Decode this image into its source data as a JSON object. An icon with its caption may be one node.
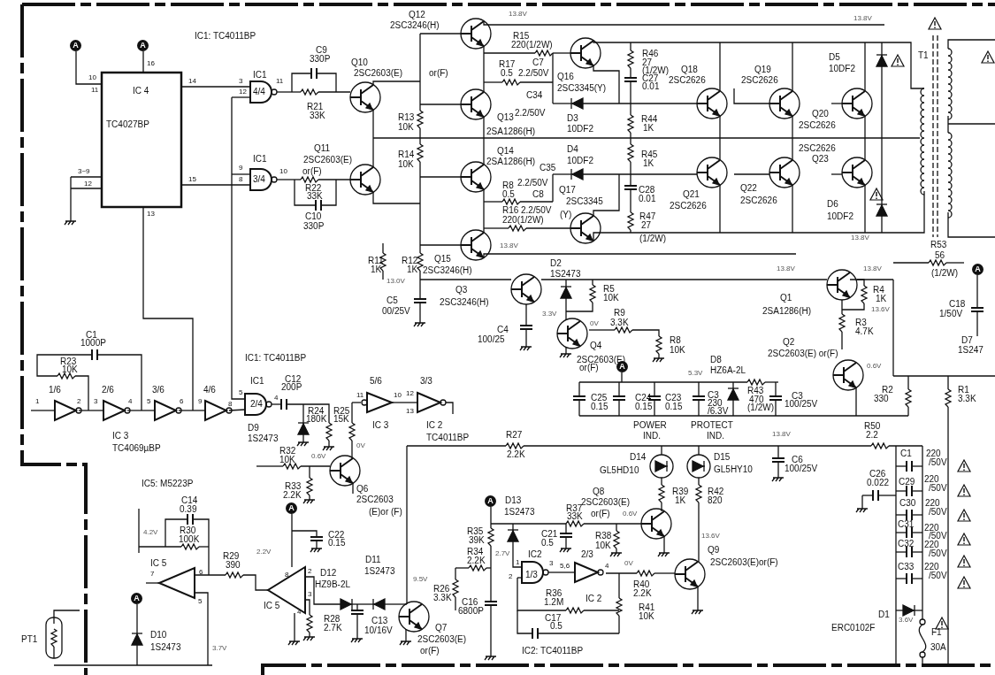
{
  "diagram": {
    "labels": [
      "A",
      "A",
      "Q12",
      "2SC3246(H)",
      "13.8V",
      "IC1: TC4011BP",
      "R15",
      "220(1/2W)",
      "16",
      "C9",
      "330P",
      "13.8V",
      "T1",
      "10",
      "11",
      "IC 4",
      "14",
      "IC1",
      "3",
      "12",
      "4/4",
      "11",
      "Q10",
      "2SC2603(E)",
      "or(F)",
      "R17",
      "0.5",
      "C7",
      "2.2/50V",
      "Q16",
      "2SC3345(Y)",
      "R46",
      "27",
      "(1/2W)",
      "C27",
      "0.01",
      "Q18",
      "2SC2626",
      "Q19",
      "2SC2626",
      "D5",
      "10DF2",
      "C34",
      "2.2/50V",
      "R21",
      "33K",
      "TC4027BP",
      "R13",
      "10K",
      "Q13",
      "2SA1286(H)",
      "D3",
      "10DF2",
      "R44",
      "1K",
      "Q20",
      "2SC2626",
      "Q11",
      "2SC2603(E)",
      "or(F)",
      "R14",
      "10K",
      "Q14",
      "2SA1286(H)",
      "D4",
      "10DF2",
      "R45",
      "1K",
      "2SC2626",
      "Q23",
      "3~9",
      "12",
      "15",
      "IC1",
      "9",
      "8",
      "3/4",
      "10",
      "R22",
      "33K",
      "C35",
      "R8",
      "2.2/50V",
      "0.5",
      "C8",
      "Q17",
      "C28",
      "Q21",
      "Q22",
      "2SC3345",
      "0.01",
      "2SC2626",
      "2SC2626",
      "D6",
      "13",
      "C10",
      "R16",
      "2.2/50V",
      "(Y)",
      "R47",
      "10DF2",
      "330P",
      "220(1/2W)",
      "27",
      "(1/2W)",
      "13.8V",
      "13.8V",
      "R53",
      "56",
      "(1/2W)",
      "R11",
      "1K",
      "R12",
      "1K",
      "Q15",
      "2SC3246(H)",
      "D2",
      "1S2473",
      "13.8V",
      "13.8V",
      "A",
      "13.0V",
      "Q3",
      "R5",
      "R4",
      "C5",
      "2SC3246(H)",
      "10K",
      "Q1",
      "1K",
      "00/25V",
      "3.3V",
      "R9",
      "2SA1286(H)",
      "13.6V",
      "C18",
      "1/50V",
      "C1",
      "C4",
      "0V",
      "3.3K",
      "R3",
      "4.7K",
      "1000P",
      "100/25",
      "Q4",
      "R8",
      "D7",
      "10K",
      "1S247",
      "R23",
      "10K",
      "IC1: TC4011BP",
      "2SC2603(E)",
      "or(F)",
      "A",
      "5.3V",
      "D8",
      "HZ6A-2L",
      "2SC2603(E) or(F)",
      "Q2",
      "0.6V",
      "1",
      "1/6",
      "2",
      "3",
      "2/6",
      "4",
      "5",
      "3/6",
      "6",
      "9",
      "4/6",
      "8",
      "5",
      "IC1",
      "2/4",
      "4",
      "200P",
      "C12",
      "R24",
      "R25",
      "11",
      "5/6",
      "10",
      "12",
      "13",
      "3/3",
      "C25",
      "0.15",
      "C24",
      "0.15",
      "C23",
      "0.15",
      "C3",
      "230",
      "/6.3V",
      "R43",
      "470",
      "(1/2W)",
      "C3",
      "100/25V",
      "R2",
      "330",
      "R1",
      "3.3K",
      "180K",
      "15K",
      "IC 3",
      "D9",
      "1S2473",
      "IC 3",
      "IC 2",
      "TC4011BP",
      "R27",
      "POWER",
      "IND.",
      "PROTECT",
      "IND.",
      "13.8V",
      "R50",
      "2.2",
      "TC4069µBP",
      "R32",
      "10K",
      "0.6V",
      "0V",
      "2.2K",
      "D14",
      "D15",
      "C6",
      "C1",
      "220",
      "/50V",
      "IC5: M5223P",
      "C14",
      "0.39",
      "R33",
      "2.2K",
      "A",
      "Q6",
      "2SC2603",
      "(E)or (F)",
      "A",
      "D13",
      "1S2473",
      "R37",
      "33K",
      "2SC2603(E)",
      "Q8",
      "or(F)",
      "GL5HD10",
      "0.6V",
      "R39",
      "1K",
      "R42",
      "820",
      "GL5HY10",
      "100/25V",
      "0.022",
      "C26",
      "C29",
      "C30",
      "220",
      "220",
      "/50V",
      "/50V",
      "4.2V",
      "R30",
      "100K",
      "2.2V",
      "C22",
      "0.15",
      "R35",
      "39K",
      "R34",
      "2.7V",
      "IC2",
      "C21",
      "0.5",
      "2/3",
      "R38",
      "10K",
      "13.6V",
      "Q9",
      "C31",
      "220",
      "/50V",
      "C32",
      "220",
      "/50V",
      "IC 5",
      "7",
      "6",
      "R29",
      "390",
      "8",
      "2",
      "D12",
      "D11",
      "1S2473",
      "9.5V",
      "2.2K",
      "2",
      "1",
      "1/3",
      "3",
      "5,6",
      "4",
      "0V",
      "2SC2603(E)or(F)",
      "C33",
      "220",
      "/50V",
      "A",
      "5",
      "IC 5",
      "4",
      "3",
      "HZ9B-2L",
      "R28",
      "C13",
      "R26",
      "3.3K",
      "C16",
      "6800P",
      "R36",
      "1.2M",
      "C17",
      "IC 2",
      "R40",
      "2.2K",
      "R41",
      "10K",
      "D1",
      "3.6V",
      "PT1",
      "D10",
      "1S2473",
      "3.7V",
      "2.7K",
      "10/16V",
      "2SC2603(E)",
      "or(F)",
      "Q7",
      "IC2: TC4011BP",
      "0.5",
      "ERC0102F",
      "F1",
      "30A"
    ]
  }
}
